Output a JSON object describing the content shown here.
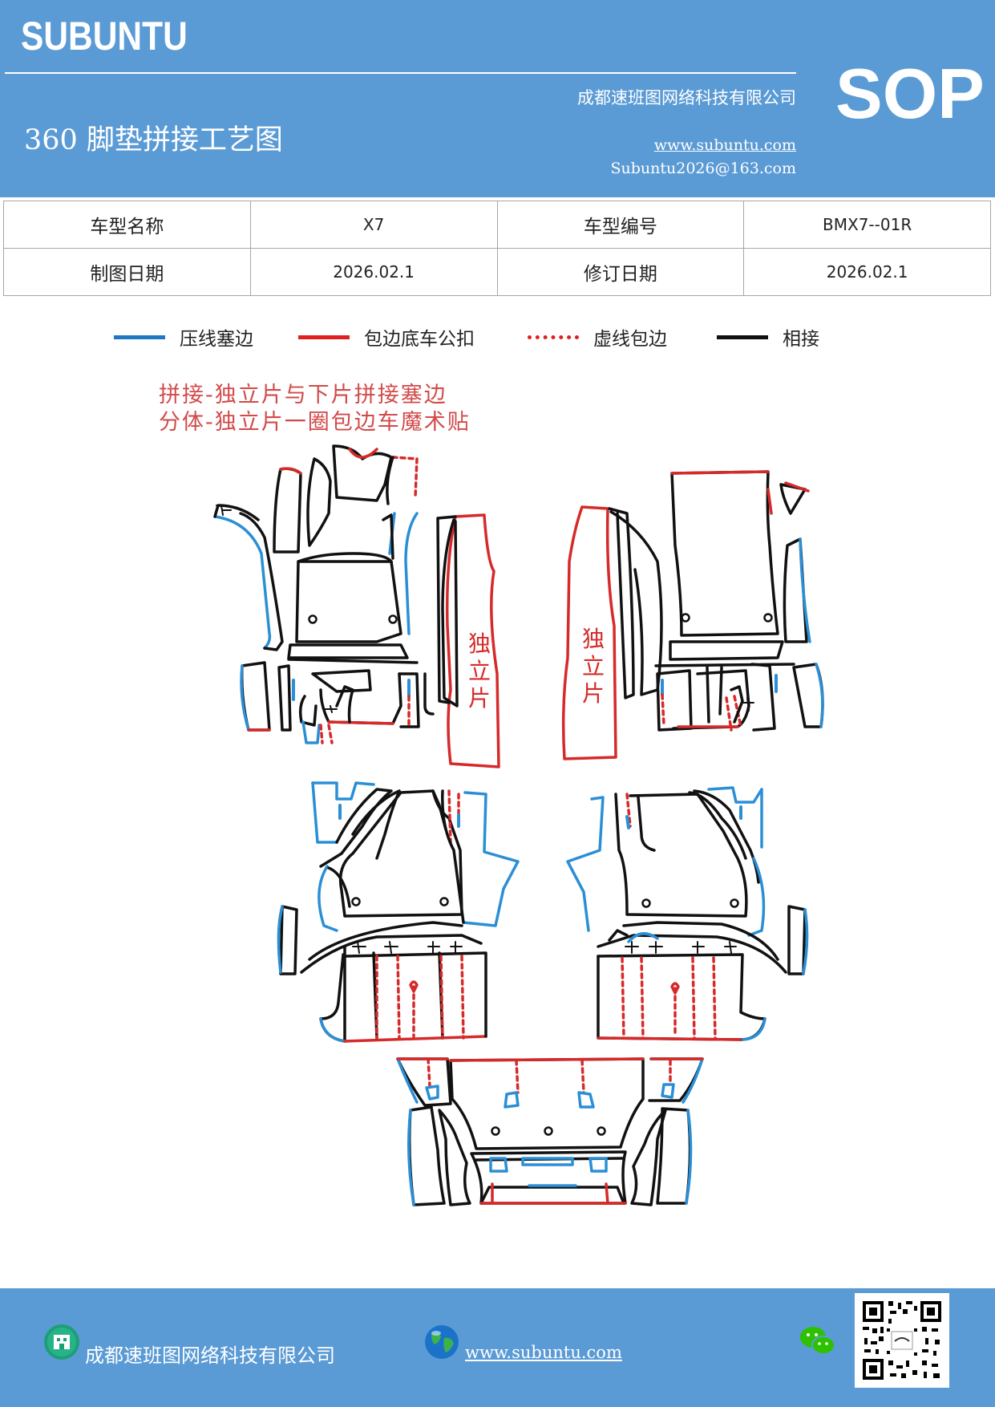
{
  "header": {
    "brand": "SUBUNTU",
    "title": "360 脚垫拼接工艺图",
    "company": "成都速班图网络科技有限公司",
    "website": "www.subuntu.com",
    "email": "Subuntu2026@163.com",
    "badge": "SOP"
  },
  "info_table": {
    "rows": [
      {
        "label1": "车型名称",
        "value1": "X7",
        "label2": "车型编号",
        "value2": "BMX7--01R"
      },
      {
        "label1": "制图日期",
        "value1": "2026.02.1",
        "label2": "修订日期",
        "value2": "2026.02.1"
      }
    ]
  },
  "legend": [
    {
      "label": "压线塞边",
      "color": "#1f77c4",
      "style": "solid"
    },
    {
      "label": "包边底车公扣",
      "color": "#e02020",
      "style": "solid"
    },
    {
      "label": "虚线包边",
      "color": "#e02020",
      "style": "dashed"
    },
    {
      "label": "相接",
      "color": "#111111",
      "style": "solid"
    }
  ],
  "notes": [
    "拼接-独立片与下片拼接塞边",
    "分体-独立片一圈包边车魔术贴"
  ],
  "diagram": {
    "left_piece_label": "独立片",
    "right_piece_label": "独立片",
    "colors": {
      "blue": "#2b8fd6",
      "red": "#d62a2a",
      "black": "#111111"
    }
  },
  "footer": {
    "company": "成都速班图网络科技有限公司",
    "website": "www.subuntu.com",
    "building_icon": "building-icon",
    "globe_icon": "globe-icon",
    "wechat_icon": "wechat-icon"
  }
}
